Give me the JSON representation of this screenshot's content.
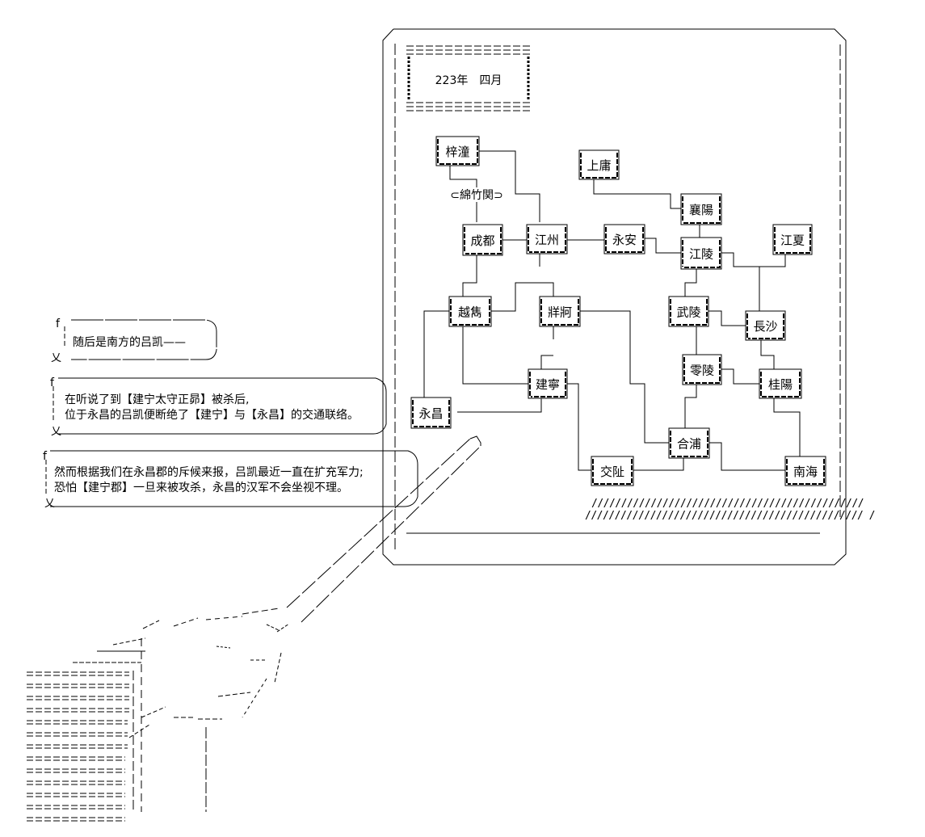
{
  "map": {
    "date": "223年　四月",
    "pass": "⊂綿竹関⊃",
    "cities": {
      "zitong": "梓潼",
      "shangyong": "上庸",
      "xiangyang": "襄陽",
      "chengdu": "成都",
      "jiangzhou": "江州",
      "yongan": "永安",
      "jiangling": "江陵",
      "jiangxia": "江夏",
      "yuexi": "越雋",
      "zangke": "牂牁",
      "wuling": "武陵",
      "changsha": "長沙",
      "lingling": "零陵",
      "jianning": "建寧",
      "guiyang": "桂陽",
      "yongchang": "永昌",
      "hepu": "合浦",
      "jiaozhi": "交阯",
      "nanhai": "南海"
    },
    "hatch_line_1": "//////////////////////////////////////////////",
    "hatch_line_2": "///////////////////////////////////////////////  /"
  },
  "dialogue": {
    "bubble1": {
      "mark": "f",
      "line1": "随后是南方的吕凯——"
    },
    "bubble2": {
      "mark": "f",
      "line1": "在听说了到【建宁太守正昴】被杀后,",
      "line2": "位于永昌的吕凯便断绝了【建宁】与【永昌】的交通联络。"
    },
    "bubble3": {
      "mark": "f",
      "line1": "然而根据我们在永昌郡的斥候来报，吕凯最近一直在扩充军力;",
      "line2": "恐怕【建宁郡】一旦来被攻杀，永昌的汉军不会坐视不理。"
    }
  }
}
